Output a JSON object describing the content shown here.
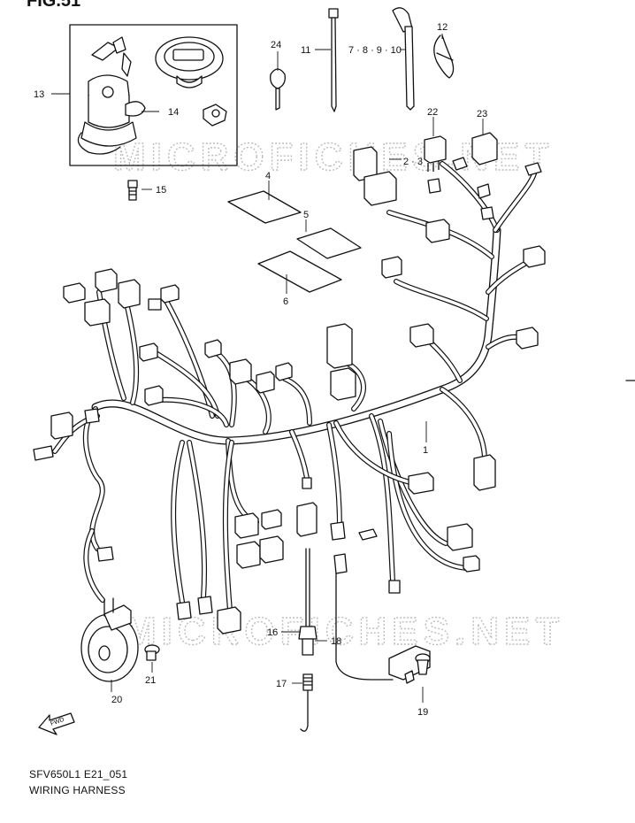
{
  "header": {
    "fig_label": "FIG.51"
  },
  "watermark": {
    "text": "MICROFICHES.NET"
  },
  "callouts": {
    "c1": "1",
    "c23": "2 · 3",
    "c4": "4",
    "c5": "5",
    "c6": "6",
    "c7810": "7 · 8 · 9 · 10",
    "c11": "11",
    "c12": "12",
    "c13": "13",
    "c14": "14",
    "c15": "15",
    "c16": "16",
    "c17": "17",
    "c18": "18",
    "c19": "19",
    "c20": "20",
    "c21": "21",
    "c22": "22",
    "c23b": "23",
    "c24": "24"
  },
  "fwd_label": "FWD",
  "footer": {
    "model_code": "SFV650L1 E21_051",
    "title": "WIRING HARNESS"
  }
}
